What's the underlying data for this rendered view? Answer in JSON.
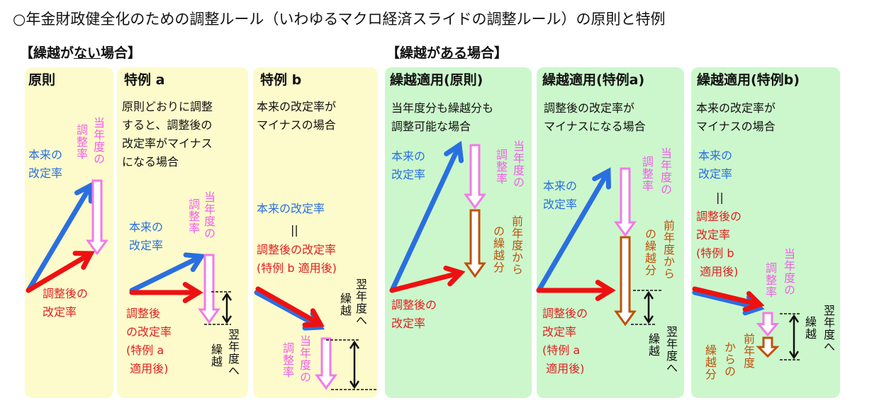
{
  "title": "○年金財政健全化のための調整ルール（いわゆるマクロ経済スライドの調整ルール）の原則と特例",
  "sections": {
    "no_carry": {
      "pre": "【繰越が",
      "u": "ない",
      "post": "場合】"
    },
    "carry": {
      "pre": "【繰越が",
      "u": "ある",
      "post": "場合】"
    }
  },
  "panels": [
    {
      "heading": "原則",
      "original_rate": "本来の\n改定率",
      "current_rate_a": "当年度の",
      "current_rate_b": "調整率",
      "adjusted_rate": "調整後の\n改定率"
    },
    {
      "heading": "特例 a",
      "desc": "原則どおりに調整\nすると、調整後の\n改定率がマイナス\nになる場合",
      "original_rate": "本来の\n改定率",
      "current_rate_a": "当年度の",
      "current_rate_b": "調整率",
      "adjusted_rate": "調整後\nの改定率\n(特例 a\n 適用後)",
      "next_a": "翌年度へ",
      "next_b": "繰越"
    },
    {
      "heading": "特例 b",
      "desc": "本来の改定率が\nマイナスの場合",
      "original_rate": "本来の改定率",
      "equals": "||",
      "adjusted_rate": "調整後の改定率\n(特例 b 適用後)",
      "next_a": "翌年度へ",
      "next_b": "繰越",
      "current_rate_a": "当年度の",
      "current_rate_b": "調整率"
    },
    {
      "heading": "繰越適用(原則)",
      "desc": "当年度分も繰越分も\n調整可能な場合",
      "original_rate": "本来の\n改定率",
      "current_rate_a": "当年度の",
      "current_rate_b": "調整率",
      "carry_a": "前年度から",
      "carry_b": "の繰越分",
      "adjusted_rate": "調整後の\n改定率"
    },
    {
      "heading": "繰越適用(特例a)",
      "desc": "調整後の改定率が\nマイナスになる場合",
      "original_rate": "本来の\n改定率",
      "current_rate_a": "当年度の",
      "current_rate_b": "調整率",
      "carry_a": "前年度から",
      "carry_b": "の繰越分",
      "adjusted_rate": "調整後の\n改定率\n(特例 a\n 適用後)",
      "next_a": "翌年度へ",
      "next_b": "繰越"
    },
    {
      "heading": "繰越適用(特例b)",
      "desc": "本来の改定率が\nマイナスの場合",
      "original_rate": "本来の\n改定率",
      "equals": "||",
      "adjusted_rate": "調整後の\n改定率\n(特例 b\n 適用後)",
      "current_rate_a": "当年度の",
      "current_rate_b": "調整率",
      "carry_a": "前年度",
      "carry_b": "からの",
      "carry_c": "繰越分",
      "next_a": "翌年度へ",
      "next_b": "繰越"
    }
  ],
  "colors": {
    "blue": "#2a6fe0",
    "red": "#ee1111",
    "pink": "#f27ae8",
    "brown": "#c0500a",
    "yellow_bg": "#fdfbcc",
    "green_bg": "#ccf7cc"
  }
}
